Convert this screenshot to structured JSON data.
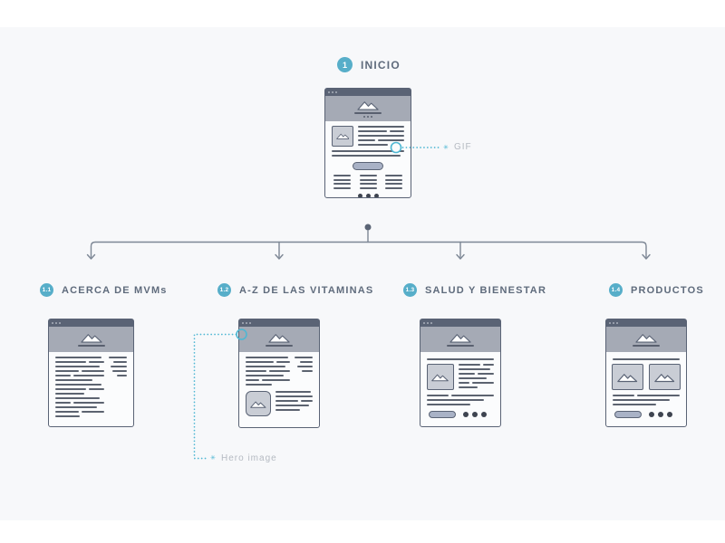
{
  "page": {
    "background": "#ffffff",
    "panel_background": "#f7f8fa"
  },
  "colors": {
    "badge_teal": "#57aec9",
    "annotation_teal": "#4fb7d3",
    "connector_gray": "#7d8795",
    "frame_outline": "#5a6375",
    "header_band": "#a5aab5",
    "annotation_text": "#b5bac2",
    "label_text": "#5f6b7c"
  },
  "root_node": {
    "badge": "1",
    "label": "INICIO"
  },
  "child_nodes": [
    {
      "badge": "1.1",
      "label": "ACERCA DE MVMs"
    },
    {
      "badge": "1.2",
      "label": "A-Z DE LAS VITAMINAS"
    },
    {
      "badge": "1.3",
      "label": "SALUD Y BIENESTAR"
    },
    {
      "badge": "1.4",
      "label": "PRODUCTOS"
    }
  ],
  "annotations": [
    {
      "label": "GIF"
    },
    {
      "label": "Hero image"
    }
  ],
  "icons": {
    "asterisk": "✳"
  }
}
